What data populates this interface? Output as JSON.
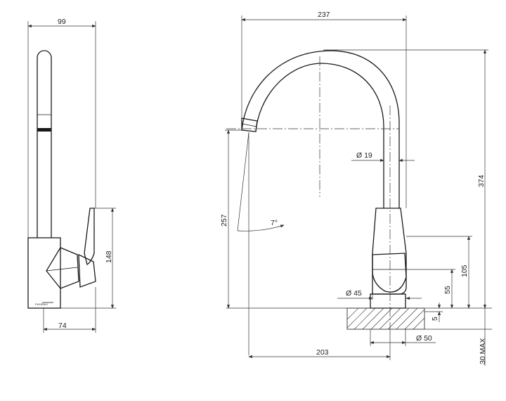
{
  "side_view": {
    "dims": {
      "width_top": "99",
      "height_lever": "148",
      "width_base": "74"
    },
    "brand_text": "PHOENIX"
  },
  "front_view": {
    "dims": {
      "width_reach": "237",
      "dia_spout": "Ø 19",
      "total_height": "374",
      "outlet_height": "257",
      "angle": "7°",
      "dia_body": "Ø 45",
      "height_105": "105",
      "height_55": "55",
      "thickness_5": "5",
      "dia_hole": "Ø 50",
      "spout_reach": "203",
      "bench_max": "30 MAX"
    }
  }
}
